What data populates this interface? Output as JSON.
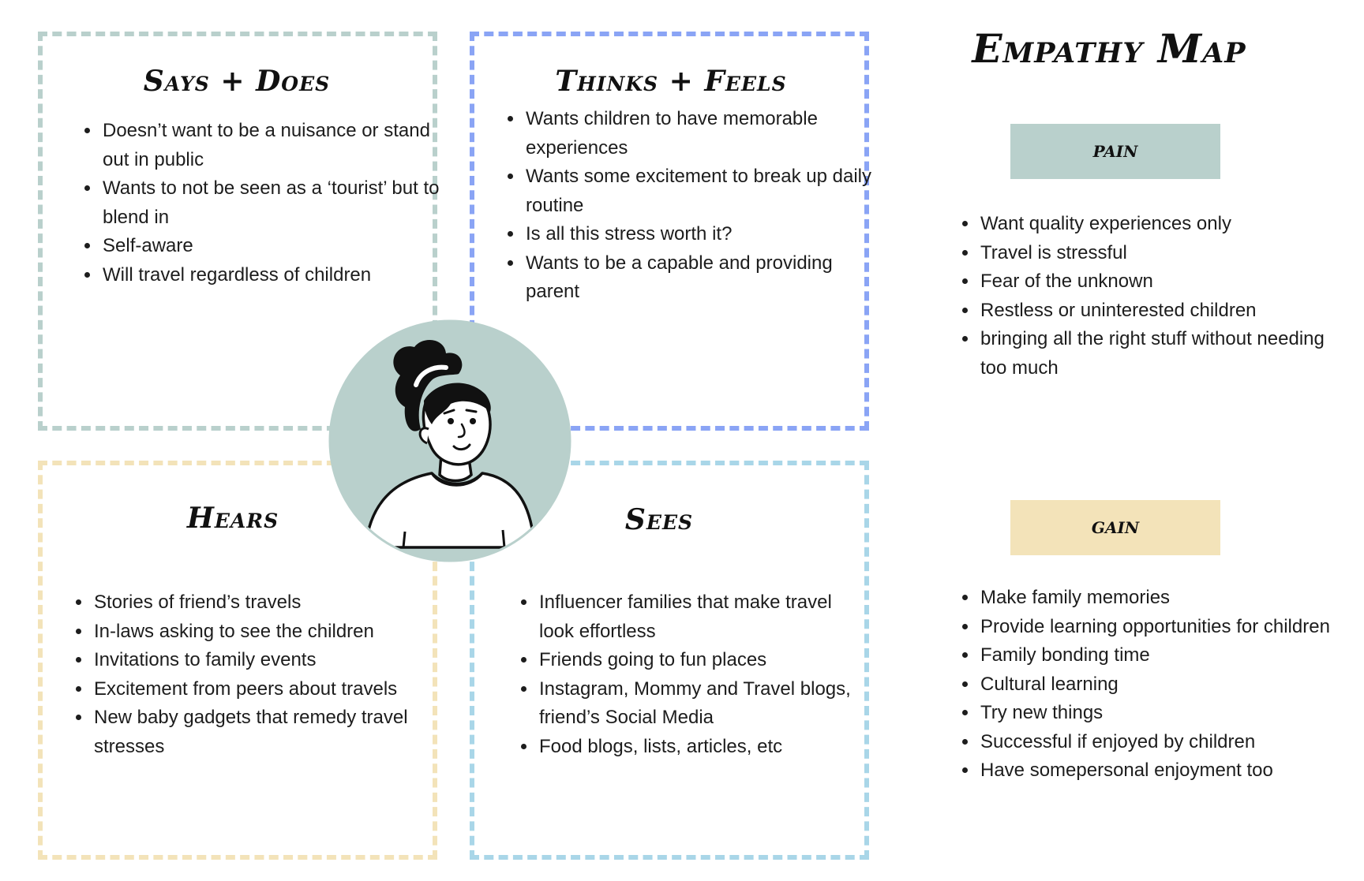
{
  "title": "Empathy Map",
  "quadrants": {
    "says_does": {
      "title": "Says + Does",
      "items": [
        "Doesn’t want to be a nuisance or stand out in public",
        "Wants to not be seen as a ‘tourist’ but to blend in",
        "Self-aware",
        "Will travel regardless of children"
      ]
    },
    "thinks_feels": {
      "title": "Thinks + Feels",
      "items": [
        "Wants children to have memorable experiences",
        "Wants some excitement to break up daily routine",
        "Is all this stress worth it?",
        "Wants to be a capable and providing parent"
      ]
    },
    "hears": {
      "title": "Hears",
      "items": [
        "Stories of friend’s travels",
        "In-laws asking to see the children",
        "Invitations to family events",
        "Excitement from peers about travels",
        "New baby gadgets that remedy travel stresses"
      ]
    },
    "sees": {
      "title": "Sees",
      "items": [
        "Influencer families that make travel look effortless",
        "Friends going to fun places",
        "Instagram, Mommy and Travel blogs, friend’s Social Media",
        "Food blogs, lists, articles, etc"
      ]
    }
  },
  "pain": {
    "label": "PAIN",
    "items": [
      "Want quality experiences only",
      "Travel is stressful",
      "Fear of the unknown",
      "Restless or uninterested children",
      "bringing all the right stuff without needing too much"
    ]
  },
  "gain": {
    "label": "GAIN",
    "items": [
      "Make family memories",
      "Provide learning opportunities for children",
      "Family bonding time",
      "Cultural learning",
      "Try new things",
      "Successful if enjoyed by children",
      "Have somepersonal enjoyment too"
    ]
  },
  "colors": {
    "says_border": "#b9d0cc",
    "thinks_border": "#8aa4f5",
    "hears_border": "#f3e3b9",
    "sees_border": "#a9d6e8",
    "pain_fill": "#b9d0cc",
    "gain_fill": "#f3e3b9",
    "avatar_bg": "#b9d0cc"
  },
  "icons": {
    "avatar": "woman-persona-illustration"
  }
}
